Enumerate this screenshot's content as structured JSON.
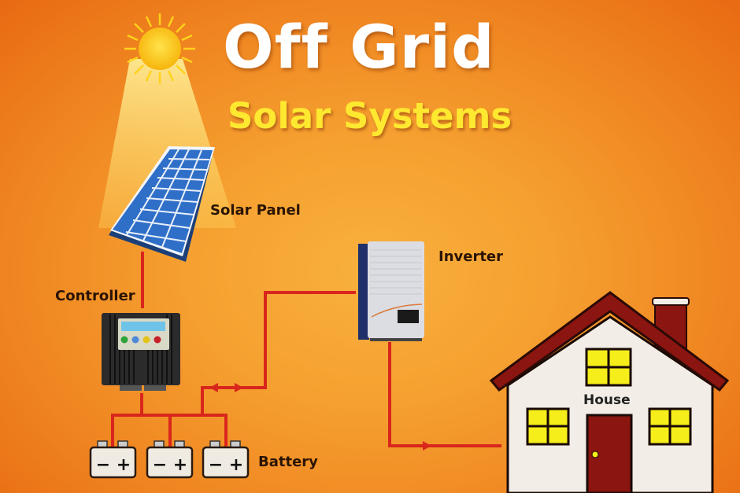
{
  "title": {
    "line1": "Off Grid",
    "line2": "Solar Systems"
  },
  "components": {
    "solar_panel": {
      "label": "Solar Panel",
      "icon": "solar-panel-icon"
    },
    "controller": {
      "label": "Controller",
      "icon": "charge-controller-icon"
    },
    "inverter": {
      "label": "Inverter",
      "icon": "inverter-icon"
    },
    "battery": {
      "label": "Battery",
      "count": 3,
      "terminals": [
        "−",
        "+"
      ],
      "icon": "battery-icon"
    },
    "house": {
      "label": "House",
      "icon": "house-icon"
    },
    "sun": {
      "icon": "sun-icon"
    }
  },
  "colors": {
    "background": "#f5a030",
    "title": "#ffffff",
    "subtitle": "#ffe830",
    "wire": "#d9261c",
    "panel": "#2f6fc8",
    "roof": "#8b1510",
    "window": "#f6ee1a",
    "house_wall": "#f2ede6"
  }
}
